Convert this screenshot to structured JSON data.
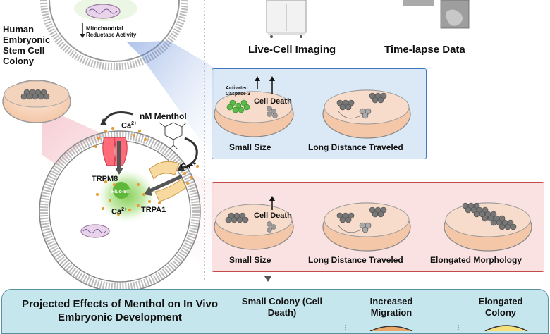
{
  "top": {
    "mito_label": "Mitochondrial Reductase Activity",
    "instrument_label": "Live-Cell Imaging",
    "timelapse_label": "Time-lapse Data"
  },
  "left": {
    "colony_label": "Human Embryonic Stem Cell Colony",
    "menthol_label": "nM Menthol",
    "ca_top": "Ca",
    "ca_right": "Ca",
    "ca_inner": "Ca",
    "trpm8": "TRPM8",
    "trpa1": "TRPA1",
    "fluo": "Fluo-8®"
  },
  "blue_panel": {
    "caspase": "Activated Caspase-3",
    "cell_death": "Cell Death",
    "small_size": "Small Size",
    "long_distance": "Long Distance Traveled"
  },
  "red_panel": {
    "cell_death": "Cell Death",
    "small_size": "Small Size",
    "long_distance": "Long Distance Traveled",
    "elongated": "Elongated Morphology"
  },
  "bottom": {
    "title": "Projected Effects of Menthol on In Vivo Embryonic Development",
    "col1": "Small Colony (Cell Death)",
    "col2": "Increased Migration",
    "col3": "Elongated Colony"
  }
}
